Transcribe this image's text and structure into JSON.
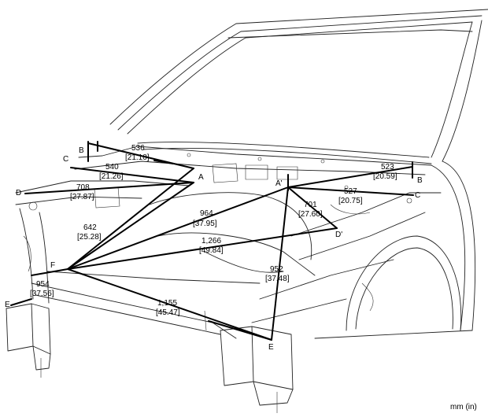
{
  "unit_note": "mm (in)",
  "points": {
    "A": "A",
    "A_prime": "A'",
    "B": "B",
    "B_prime": "B",
    "C": "C",
    "C_prime": "C",
    "D": "D",
    "D_prime": "D'",
    "E": "E",
    "E_prime": "E",
    "F": "F"
  },
  "dimensions": [
    {
      "mm": "536",
      "in": "[21.10]"
    },
    {
      "mm": "540",
      "in": "[21.26]"
    },
    {
      "mm": "708",
      "in": "[27.87]"
    },
    {
      "mm": "642",
      "in": "[25.28]"
    },
    {
      "mm": "964",
      "in": "[37.95]"
    },
    {
      "mm": "1,266",
      "in": "[49.84]"
    },
    {
      "mm": "954",
      "in": "[37.56]"
    },
    {
      "mm": "1,155",
      "in": "[45.47]"
    },
    {
      "mm": "952",
      "in": "[37.48]"
    },
    {
      "mm": "523",
      "in": "[20.59]"
    },
    {
      "mm": "527",
      "in": "[20.75]"
    },
    {
      "mm": "701",
      "in": "[27.60]"
    }
  ]
}
